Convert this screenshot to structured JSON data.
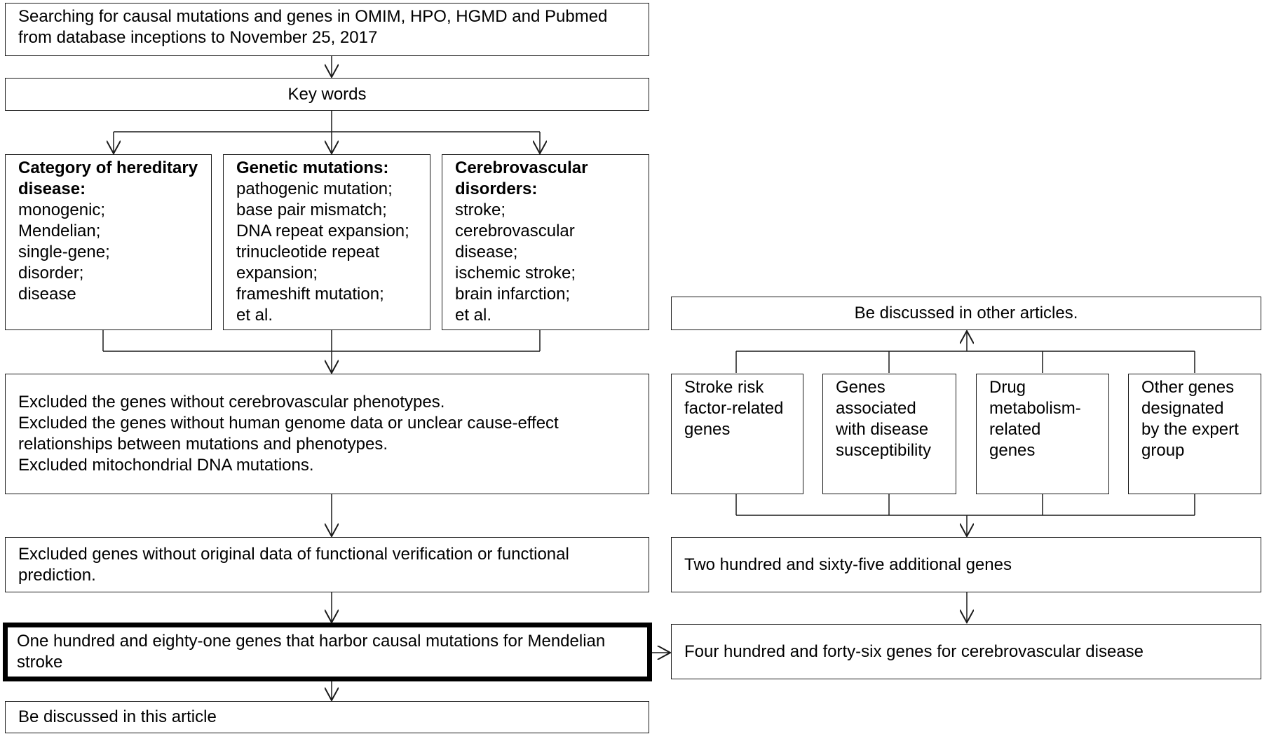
{
  "search_box": {
    "lines": [
      "Searching for causal mutations and genes in OMIM, HPO, HGMD and Pubmed",
      "from database inceptions to November 25, 2017"
    ]
  },
  "keywords_box": {
    "label": "Key words"
  },
  "categories": [
    {
      "heading": [
        "Category of hereditary",
        "disease:"
      ],
      "items": [
        "monogenic;",
        "Mendelian;",
        "single-gene;",
        "disorder;",
        "disease"
      ]
    },
    {
      "heading": [
        "Genetic mutations:"
      ],
      "items": [
        "pathogenic mutation;",
        "base pair mismatch;",
        "DNA repeat expansion;",
        "trinucleotide repeat",
        "expansion;",
        "frameshift mutation;",
        "et al."
      ]
    },
    {
      "heading": [
        "Cerebrovascular",
        "disorders:"
      ],
      "items": [
        "stroke;",
        "cerebrovascular",
        "disease;",
        "ischemic stroke;",
        "brain infarction;",
        "et al."
      ]
    }
  ],
  "exclusion1": {
    "lines": [
      "Excluded the genes without cerebrovascular phenotypes.",
      "Excluded the genes without human genome data or unclear cause-effect",
      "relationships between mutations and phenotypes.",
      "Excluded mitochondrial DNA mutations."
    ]
  },
  "exclusion2": {
    "lines": [
      "Excluded genes without original data of functional verification or functional",
      "prediction."
    ]
  },
  "mendelian_box": {
    "lines": [
      "One hundred and eighty-one genes that harbor causal mutations for Mendelian",
      "stroke"
    ]
  },
  "this_article_box": {
    "label": "Be discussed in this article"
  },
  "other_articles_box": {
    "label": "Be discussed in other articles."
  },
  "gene_groups": [
    {
      "lines": [
        "Stroke risk",
        "factor-related",
        "genes"
      ]
    },
    {
      "lines": [
        "Genes",
        "associated",
        "with disease",
        "susceptibility"
      ]
    },
    {
      "lines": [
        "Drug",
        "metabolism-",
        "related",
        "genes"
      ]
    },
    {
      "lines": [
        "Other genes",
        "designated",
        "by the expert",
        "group"
      ]
    }
  ],
  "additional_box": {
    "label": "Two hundred and sixty-five additional genes"
  },
  "total_box": {
    "label": "Four hundred and forty-six genes for cerebrovascular disease"
  }
}
